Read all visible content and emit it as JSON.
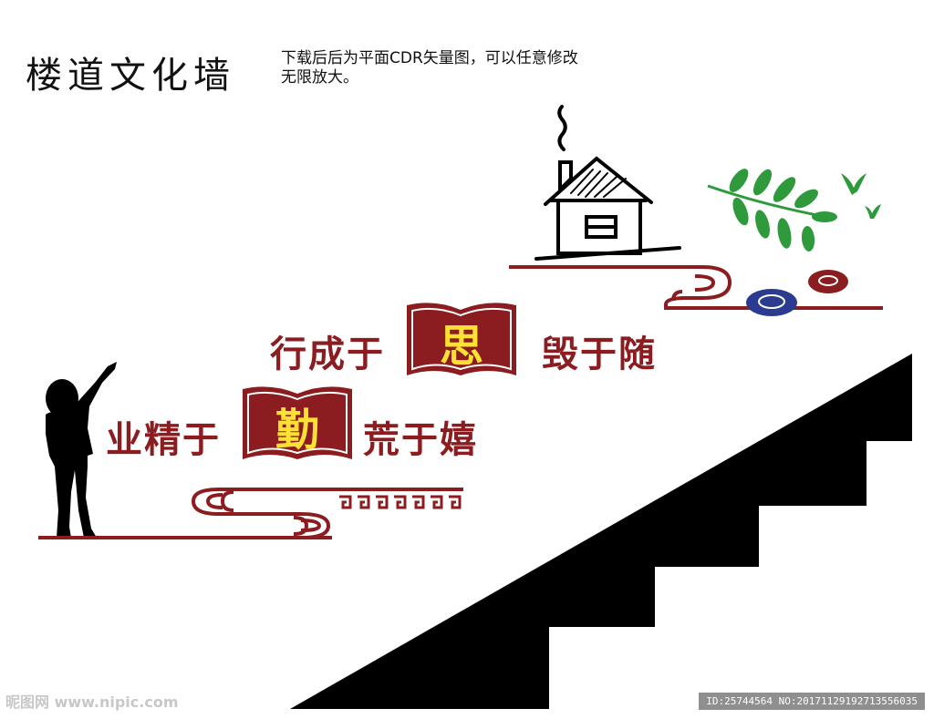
{
  "title": "楼道文化墙",
  "note": {
    "line1": "下载后后为平面CDR矢量图，可以任意修改",
    "line2": "无限放大。"
  },
  "motto": {
    "upper": {
      "left": "行成于",
      "book": "思",
      "right": "毁于随"
    },
    "lower": {
      "left": "业精于",
      "book": "勤",
      "right": "荒于嬉"
    }
  },
  "watermark": {
    "site": "昵图网 www.nipic.com",
    "id": "ID:25744564 NO:20171129192713556035"
  },
  "colors": {
    "accent": "#8b1c1f",
    "book_char": "#ffe135",
    "leaf": "#2e9a3c",
    "cloud_blue": "#2b3b8f",
    "silhouette": "#000000"
  },
  "icons": [
    "house-icon",
    "leaf-branch-icon",
    "bird-icon",
    "cloud-icon",
    "child-silhouette-icon",
    "staircase-icon",
    "book-icon"
  ]
}
